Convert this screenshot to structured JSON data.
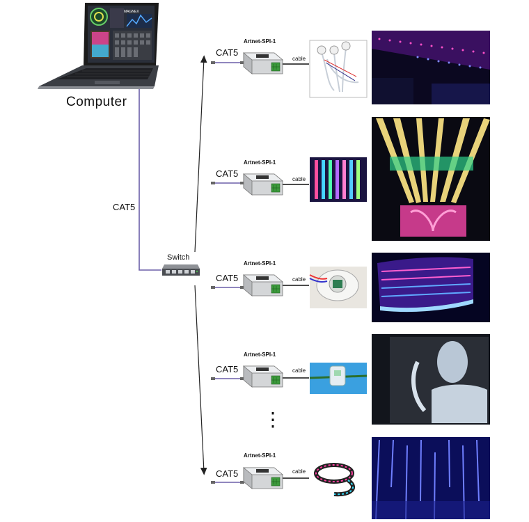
{
  "computer_label": "Computer",
  "main_link_label": "CAT5",
  "switch_label": "Switch",
  "laptop_screen_brand": "MAGNEX",
  "branches": [
    {
      "link": "CAT5",
      "device": "Artnet-SPI-1",
      "cable": "cable"
    },
    {
      "link": "CAT5",
      "device": "Artnet-SPI-1",
      "cable": "cable"
    },
    {
      "link": "CAT5",
      "device": "Artnet-SPI-1",
      "cable": "cable"
    },
    {
      "link": "CAT5",
      "device": "Artnet-SPI-1",
      "cable": "cable"
    },
    {
      "link": "CAT5",
      "device": "Artnet-SPI-1",
      "cable": "cable"
    }
  ],
  "ellipsis": "⋮",
  "colors": {
    "cat5_cable": "#6b5fa8",
    "line": "#222222",
    "controller_body": "#d9d9d9",
    "terminal_green": "#3c9a3c"
  }
}
